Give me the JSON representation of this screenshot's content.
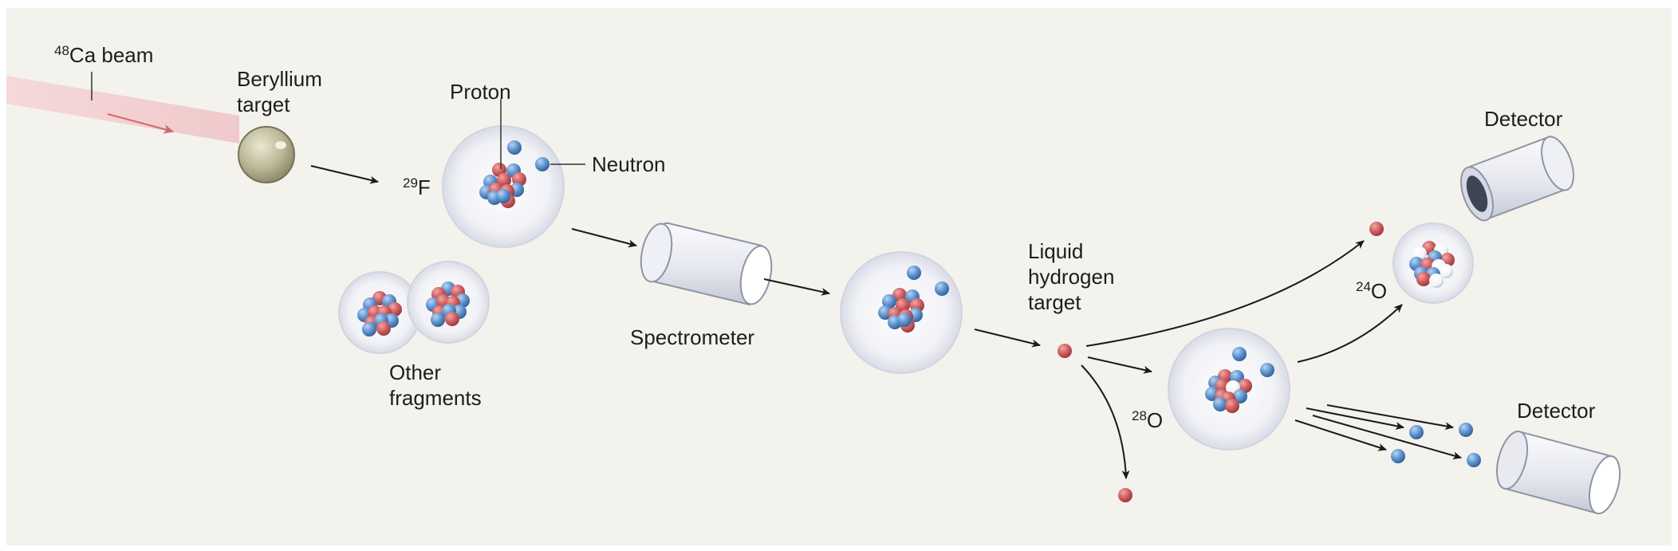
{
  "labels": {
    "beam": "Ca beam",
    "beam_mass": "48",
    "beryllium_line1": "Beryllium",
    "beryllium_line2": "target",
    "proton": "Proton",
    "neutron": "Neutron",
    "f29": "F",
    "f29_mass": "29",
    "other_line1": "Other",
    "other_line2": "fragments",
    "spectrometer": "Spectrometer",
    "liquid_line1": "Liquid",
    "liquid_line2": "hydrogen",
    "liquid_line3": "target",
    "o28": "O",
    "o28_mass": "28",
    "o24": "O",
    "o24_mass": "24",
    "detector_top": "Detector",
    "detector_bottom": "Detector"
  },
  "colors": {
    "background": "#f4f2ed",
    "proton": "#c9585a",
    "neutron": "#5a8fcb",
    "beam": "#f2c9cb",
    "arrow": "#1a1a1a"
  }
}
